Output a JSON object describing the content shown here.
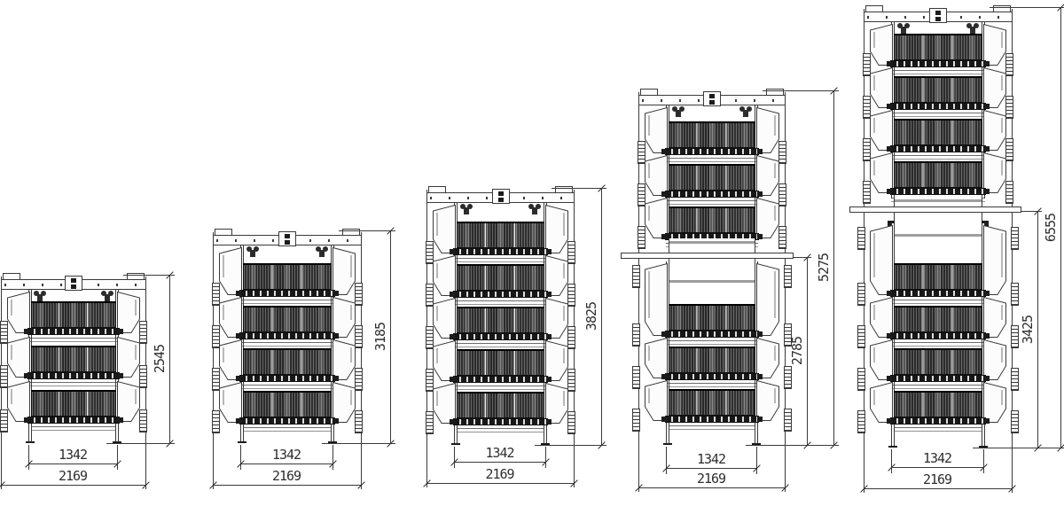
{
  "page": {
    "background": "#ffffff"
  },
  "drawing": {
    "type": "technical-elevation-set",
    "subject": "tiered-layer-cage-units",
    "line_color": "#3a3a3a",
    "units": [
      {
        "name": "cage-unit-3-tier",
        "tiers_upper": 3,
        "tiers_lower": 0,
        "dims": {
          "total_height": "2545",
          "cage_width": "1342",
          "overall_width": "2169"
        }
      },
      {
        "name": "cage-unit-4-tier",
        "tiers_upper": 4,
        "tiers_lower": 0,
        "dims": {
          "total_height": "3185",
          "cage_width": "1342",
          "overall_width": "2169"
        }
      },
      {
        "name": "cage-unit-5-tier",
        "tiers_upper": 5,
        "tiers_lower": 0,
        "dims": {
          "total_height": "3825",
          "cage_width": "1342",
          "overall_width": "2169"
        }
      },
      {
        "name": "cage-unit-double-deck-3-plus-3",
        "tiers_upper": 3,
        "tiers_lower": 3,
        "dims": {
          "total_height": "5275",
          "lower_deck_height": "2785",
          "cage_width": "1342",
          "overall_width": "2169"
        }
      },
      {
        "name": "cage-unit-double-deck-4-plus-4",
        "tiers_upper": 4,
        "tiers_lower": 4,
        "dims": {
          "total_height": "6555",
          "lower_deck_height": "3425",
          "cage_width": "1342",
          "overall_width": "2169"
        }
      }
    ]
  }
}
